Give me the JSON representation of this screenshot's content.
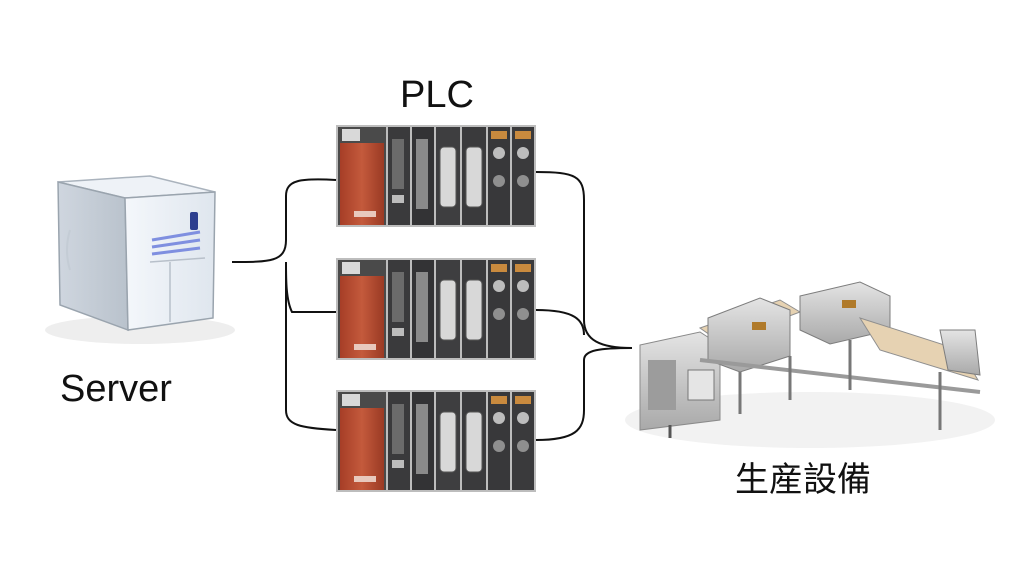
{
  "diagram": {
    "plc_title": "PLC",
    "server_label": "Server",
    "equipment_label": "生産設備",
    "nodes": [
      {
        "id": "server",
        "icon": "server-tower-icon"
      },
      {
        "id": "plc-1",
        "icon": "plc-rack-icon"
      },
      {
        "id": "plc-2",
        "icon": "plc-rack-icon"
      },
      {
        "id": "plc-3",
        "icon": "plc-rack-icon"
      },
      {
        "id": "equipment",
        "icon": "production-line-machine-icon"
      }
    ],
    "edges": [
      {
        "from": "server",
        "to": "plc-1"
      },
      {
        "from": "server",
        "to": "plc-2"
      },
      {
        "from": "server",
        "to": "plc-3"
      },
      {
        "from": "plc-1",
        "to": "equipment"
      },
      {
        "from": "plc-2",
        "to": "equipment"
      },
      {
        "from": "plc-3",
        "to": "equipment"
      }
    ],
    "colors": {
      "plc_red": "#b8492f",
      "plc_dark": "#3b3b3d",
      "server_body": "#e9eef4",
      "server_stripe": "#7f8fe0",
      "machine_steel": "#c9c9c9",
      "machine_belt": "#e6d2b2"
    }
  }
}
